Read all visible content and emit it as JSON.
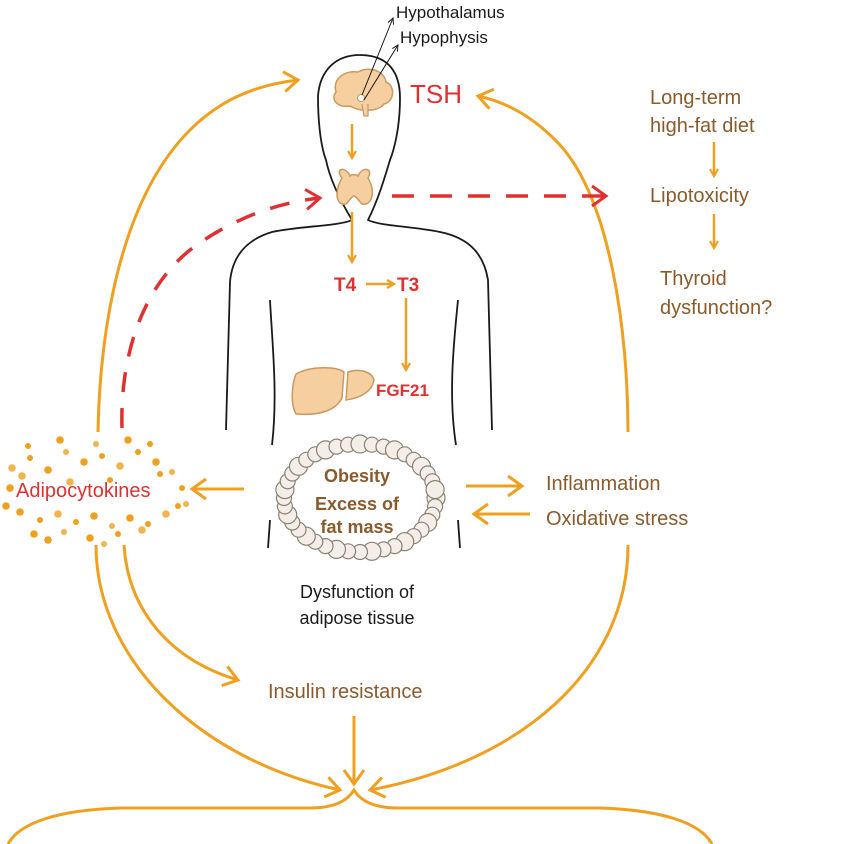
{
  "colors": {
    "orange": "#f0a020",
    "red": "#e03030",
    "brown": "#8a5a2b",
    "organ": "#f5cfa0",
    "organ_stroke": "#c99a62",
    "outline": "#1a1a1a"
  },
  "labels": {
    "hypothalamus": "Hypothalamus",
    "hypophysis": "Hypophysis",
    "tsh": "TSH",
    "t4": "T4",
    "t3": "T3",
    "fgf21": "FGF21",
    "obesity": "Obesity",
    "excess_of": "Excess of",
    "fat_mass": "fat mass",
    "dysfunction_1": "Dysfunction of",
    "dysfunction_2": "adipose tissue",
    "adipocytokines": "Adipocytokines",
    "inflammation": "Inflammation",
    "oxidative_stress": "Oxidative stress",
    "insulin_resistance": "Insulin resistance",
    "long_term_1": "Long-term",
    "long_term_2": "high-fat diet",
    "lipotoxicity": "Lipotoxicity",
    "thyroid_1": "Thyroid",
    "thyroid_2": "dysfunction?"
  },
  "icons": [
    "brain-icon",
    "thyroid-icon",
    "liver-icon",
    "fat-cells-icon"
  ]
}
